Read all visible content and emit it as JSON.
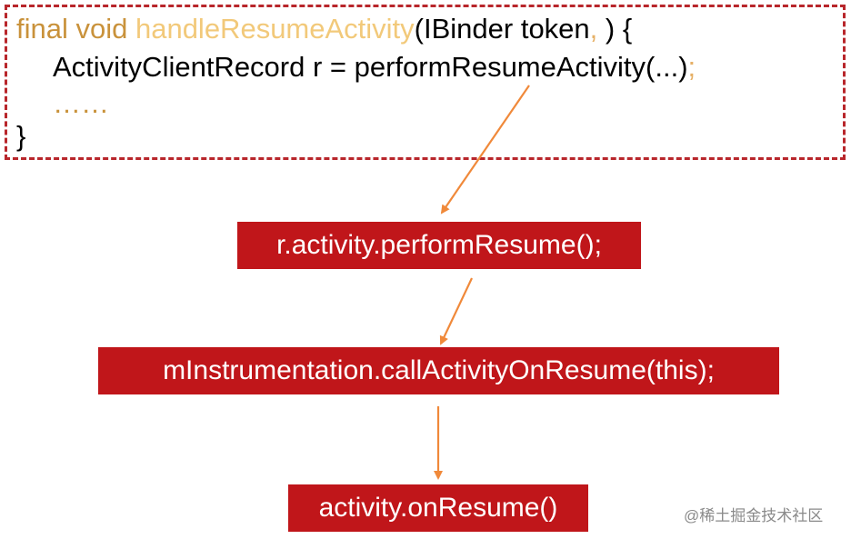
{
  "code_block": {
    "line1": {
      "keywords": "final void ",
      "function": "handleResumeActivity",
      "open_paren": "(IBinder token",
      "comma": ",",
      "rest": " ) {"
    },
    "line2": {
      "code": "ActivityClientRecord r = performResumeActivity(...)",
      "semicolon": ";"
    },
    "line3": "……",
    "line4": "}"
  },
  "nodes": [
    {
      "label": "r.activity.performResume();"
    },
    {
      "label": "mInstrumentation.callActivityOnResume(this);"
    },
    {
      "label": "activity.onResume()"
    }
  ],
  "watermark": "@稀土掘金技术社区",
  "colors": {
    "box_border": "#b8262b",
    "node_fill": "#c0161a",
    "arrow": "#f0893a",
    "keyword": "#c9923b",
    "function_name": "#f2c97a"
  }
}
